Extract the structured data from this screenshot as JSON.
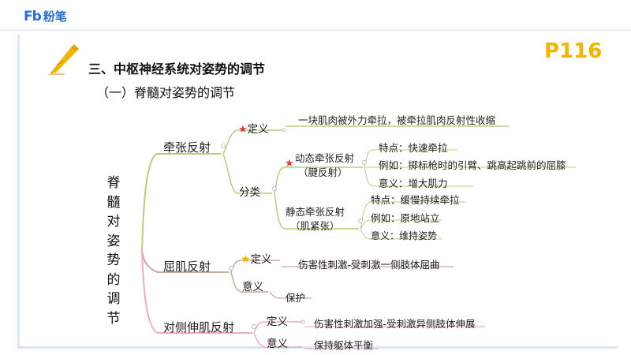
{
  "header": {
    "logo_mark": "Fb",
    "logo_text": "粉笔"
  },
  "page_number": "P116",
  "heading": "三、中枢神经系统对姿势的调节",
  "subheading": "（一）脊髓对姿势的调节",
  "root": "脊髓对姿势的调节",
  "branches": {
    "stretch": {
      "label": "牵张反射",
      "definition_label": "定义",
      "definition_text": "一块肌肉被外力牵拉，被牵拉肌肉反射性收缩",
      "classification_label": "分类",
      "dynamic": {
        "label_line1": "动态牵张反射",
        "label_line2": "（腱反射）",
        "feature": "特点：快速牵拉",
        "example": "例如：掷标枪时的引臂、跳高起跳前的屈膝",
        "meaning": "意义：增大肌力"
      },
      "static": {
        "label_line1": "静态牵张反射",
        "label_line2": "（肌紧张）",
        "feature": "特点：缓慢持续牵拉",
        "example": "例如：原地站立",
        "meaning": "意义：维持姿势"
      }
    },
    "flexor": {
      "label": "屈肌反射",
      "definition_label": "定义",
      "definition_text": "伤害性刺激-受刺激一侧肢体屈曲",
      "meaning_label": "意义",
      "meaning_text": "保护"
    },
    "crossed": {
      "label": "对侧伸肌反射",
      "definition_label": "定义",
      "definition_text": "伤害性刺激加强-受刺激异侧肢体伸展",
      "meaning_label": "意义",
      "meaning_text": "保持躯体平衡"
    }
  },
  "colors": {
    "stretch": "#b7cf7a",
    "flexor": "#c9a9a0",
    "crossed": "#f3a9c8",
    "accent": "#f3b400",
    "brand": "#2a6fd6"
  }
}
